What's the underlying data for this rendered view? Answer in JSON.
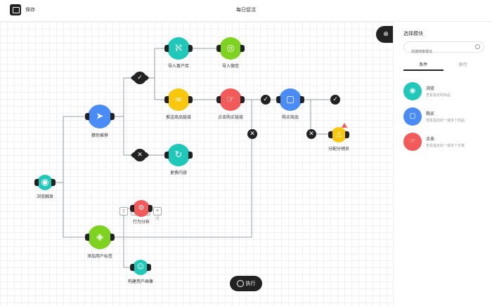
{
  "header": {
    "save_label": "保存",
    "title": "每日促活"
  },
  "colors": {
    "teal": "#1fc8b8",
    "green": "#7ed321",
    "blue": "#4a8cf7",
    "yellow": "#f9c80e",
    "red": "#f35b5b",
    "dark": "#222222"
  },
  "nodes": {
    "browse_trigger": {
      "label": "浏览触发",
      "icon": "eye-icon"
    },
    "recommend": {
      "label": "猜你推荐",
      "icon": "send-icon"
    },
    "import_customers": {
      "label": "导入客户库",
      "icon": "users-icon"
    },
    "import_wechat": {
      "label": "导入微信",
      "icon": "wechat-icon"
    },
    "recommend_link": {
      "label": "推送商品链接",
      "icon": "link-icon"
    },
    "click_buy_link": {
      "label": "点击购买链接",
      "icon": "pointer-icon"
    },
    "buy_product": {
      "label": "购买商品",
      "icon": "cart-icon"
    },
    "assign_agent": {
      "label": "分配分销员",
      "icon": "warning-icon"
    },
    "update_content": {
      "label": "更换内容",
      "icon": "refresh-icon"
    },
    "behavior_analysis": {
      "label": "行为分析",
      "icon": "settings-icon"
    },
    "add_user_tag": {
      "label": "添加用户标签",
      "icon": "tag-icon"
    },
    "user_profile": {
      "label": "构建用户画像",
      "icon": "person-icon"
    }
  },
  "run_button": {
    "label": "执行"
  },
  "sidebar": {
    "title": "选择模块",
    "search_placeholder": "快捷搜索模块",
    "tabs": [
      "条件",
      "执行"
    ],
    "items": [
      {
        "name": "浏览",
        "desc": "查看指定的商品",
        "color": "#1fc8b8"
      },
      {
        "name": "购买",
        "desc": "查看指定的一或多个商品",
        "color": "#4a8cf7"
      },
      {
        "name": "点击",
        "desc": "查看指定的一或多个文章",
        "color": "#f35b5b"
      }
    ]
  }
}
